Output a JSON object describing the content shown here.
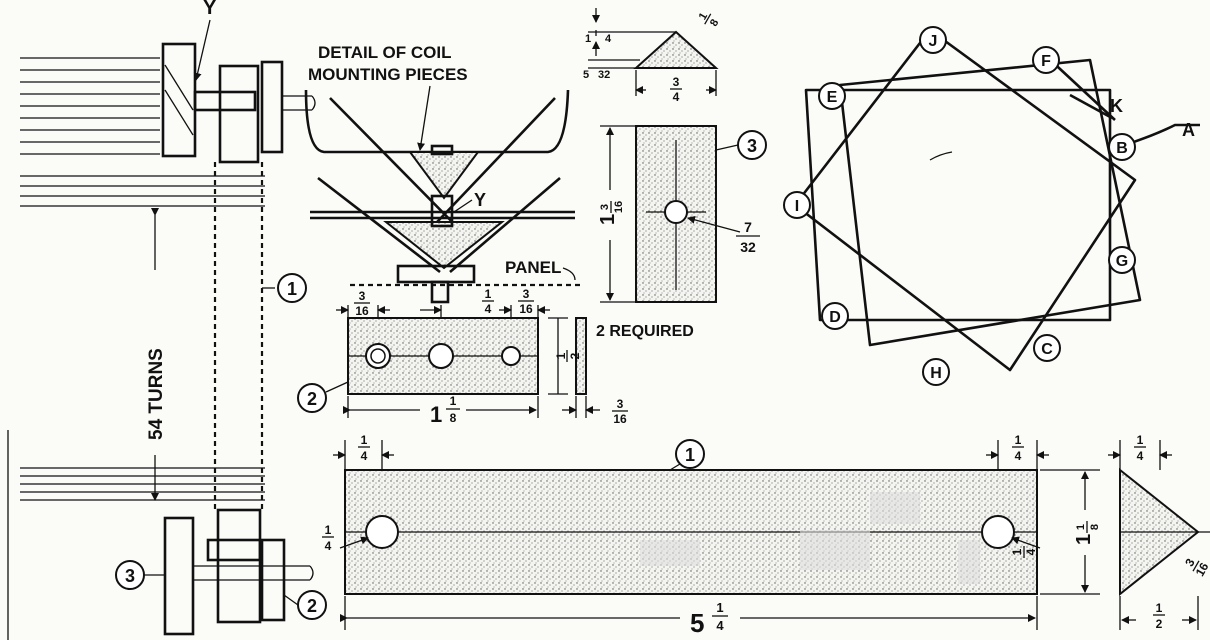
{
  "detail_title_line1": "DETAIL OF COIL",
  "detail_title_line2": "MOUNTING PIECES",
  "label_y_top": "Y",
  "label_y_mid": "Y",
  "label_panel": "PANEL",
  "turns_label": "54 TURNS",
  "required_label": "2 REQUIRED",
  "part_numbers": {
    "one": "1",
    "two": "2",
    "three": "3"
  },
  "dims": {
    "p2_left_num": "3",
    "p2_left_den": "16",
    "p2_mid_num": "1",
    "p2_mid_den": "4",
    "p2_right_num": "3",
    "p2_right_den": "16",
    "p2_len_whole": "1",
    "p2_len_num": "1",
    "p2_len_den": "8",
    "p2_height_num": "1",
    "p2_height_den": "2",
    "p2_thick_num": "3",
    "p2_thick_den": "16",
    "p3_top_num": "1",
    "p3_top_den": "8",
    "p3_tip_num": "1",
    "p3_tip_den": "4",
    "p3_small_num": "5",
    "p3_small_den": "32",
    "p3_width_num": "3",
    "p3_width_den": "4",
    "p3_len_whole": "1",
    "p3_len_num": "3",
    "p3_len_den": "16",
    "p3_hole_num": "7",
    "p3_hole_den": "32",
    "p1_lt_num": "1",
    "p1_lt_den": "4",
    "p1_rt_num": "1",
    "p1_rt_den": "4",
    "p1_hl_num": "1",
    "p1_hl_den": "4",
    "p1_hr_num": "1",
    "p1_hr_den": "4",
    "p1_h_whole": "1",
    "p1_h_num": "1",
    "p1_h_den": "8",
    "p1_len_whole": "5",
    "p1_len_num": "1",
    "p1_len_den": "4",
    "p1e_top_num": "1",
    "p1e_top_den": "4",
    "p1e_bot_num": "1",
    "p1e_bot_den": "2",
    "p1e_side_num": "3",
    "p1e_side_den": "16"
  },
  "winding_points": [
    "A",
    "B",
    "C",
    "D",
    "E",
    "F",
    "G",
    "H",
    "I",
    "J",
    "K"
  ]
}
